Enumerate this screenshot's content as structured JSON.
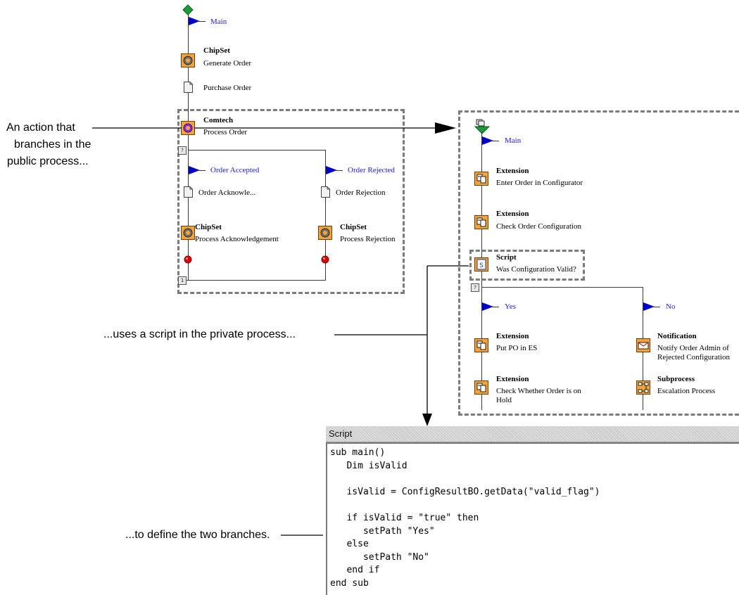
{
  "callouts": {
    "action_line1": "An action that",
    "action_line2": "branches in the",
    "action_line3": "public process...",
    "uses_script": "...uses a script in the private process...",
    "define_branches": "...to define the two branches."
  },
  "public_process": {
    "main_label": "Main",
    "chipset1": {
      "title": "ChipSet",
      "subtitle": "Generate Order"
    },
    "purchase_order": "Purchase Order",
    "comtech": {
      "title": "Comtech",
      "subtitle": "Process Order"
    },
    "branch_accepted": "Order Accepted",
    "branch_rejected": "Order Rejected",
    "doc_ack": "Order Acknowle...",
    "doc_rejection": "Order Rejection",
    "chipset_ack": {
      "title": "ChipSet",
      "subtitle": "Process Acknowledgement"
    },
    "chipset_rej": {
      "title": "ChipSet",
      "subtitle": "Process Rejection"
    }
  },
  "private_process": {
    "main_label": "Main",
    "ext1": {
      "title": "Extension",
      "subtitle": "Enter Order in Configurator"
    },
    "ext2": {
      "title": "Extension",
      "subtitle": "Check Order Configuration"
    },
    "script": {
      "title": "Script",
      "subtitle": "Was Configuration Valid?"
    },
    "branch_yes": "Yes",
    "branch_no": "No",
    "ext3": {
      "title": "Extension",
      "subtitle": "Put PO in ES"
    },
    "ext4": {
      "title": "Extension",
      "subtitle": "Check Whether Order is on Hold"
    },
    "notification": {
      "title": "Notification",
      "subtitle": "Notify Order Admin of Rejected Configuration"
    },
    "subprocess": {
      "title": "Subprocess",
      "subtitle": "Escalation Process"
    }
  },
  "script_panel": {
    "title": "Script",
    "code": "sub main()\n   Dim isValid\n\n   isValid = ConfigResultBO.getData(\"valid_flag\")\n\n   if isValid = \"true\" then\n      setPath \"Yes\"\n   else\n      setPath \"No\"\n   end if\nend sub"
  },
  "colors": {
    "branch_text": "#1c1cd6",
    "flag": "#0000cc",
    "dash": "#7b7b7b",
    "icon_orange": "#f3a33a",
    "end_ball": "#e00000",
    "start_diamond": "#1a9a3a"
  }
}
